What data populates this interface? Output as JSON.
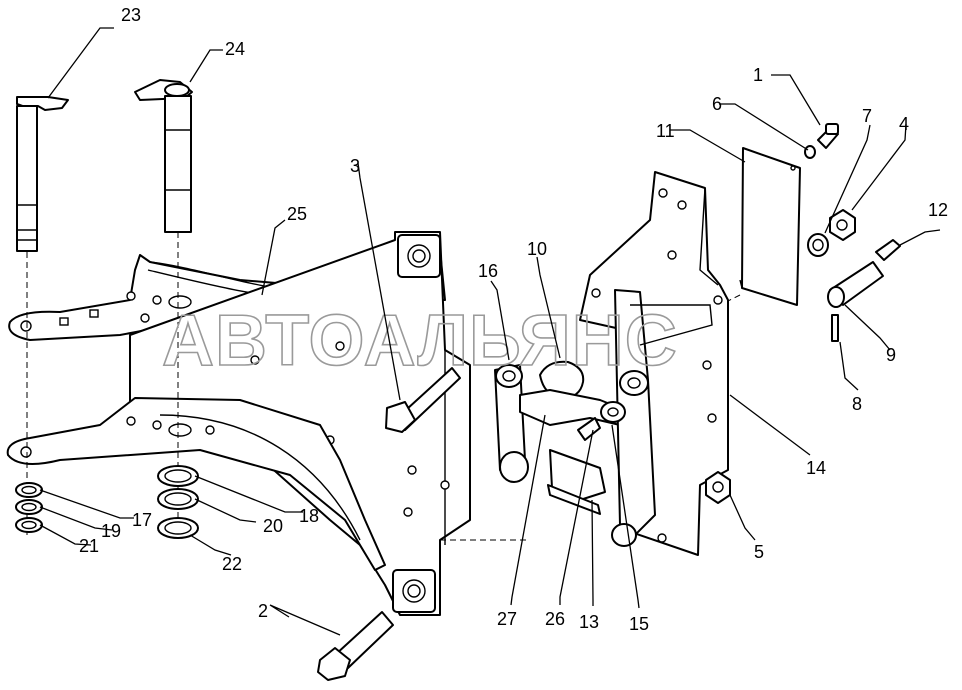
{
  "watermark": "АВТОАЛЬЯНС",
  "callouts": {
    "c1": "1",
    "c2": "2",
    "c3": "3",
    "c4": "4",
    "c5": "5",
    "c6": "6",
    "c7": "7",
    "c8": "8",
    "c9": "9",
    "c10": "10",
    "c11": "11",
    "c12": "12",
    "c13": "13",
    "c14": "14",
    "c15": "15",
    "c16": "16",
    "c17": "17",
    "c18": "18",
    "c19": "19",
    "c20": "20",
    "c21": "21",
    "c22": "22",
    "c23": "23",
    "c24": "24",
    "c25": "25",
    "c26": "26",
    "c27": "27"
  }
}
